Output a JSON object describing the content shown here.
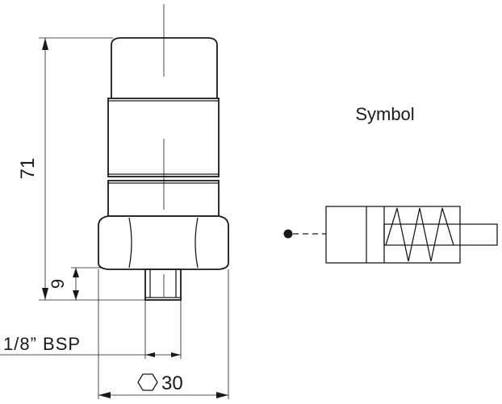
{
  "drawing": {
    "dim_height": "71",
    "dim_thread_length": "9",
    "thread_label": "1/8” BSP",
    "hex_icon": "hexagon-icon",
    "hex_size": "30"
  },
  "symbol": {
    "title": "Symbol",
    "elements": [
      "pilot-dot",
      "dashed-pilot-line",
      "valve-block",
      "spring",
      "plunger"
    ]
  }
}
